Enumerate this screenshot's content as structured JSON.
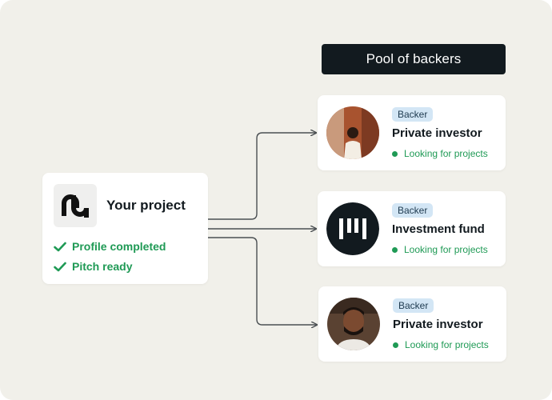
{
  "pool": {
    "title": "Pool of backers"
  },
  "project": {
    "title": "Your project",
    "checks": [
      "Profile completed",
      "Pitch ready"
    ]
  },
  "backers": [
    {
      "badge": "Backer",
      "title": "Private investor",
      "status": "Looking for projects",
      "avatar": "person-photo-1"
    },
    {
      "badge": "Backer",
      "title": "Investment fund",
      "status": "Looking for projects",
      "avatar": "fund-logo"
    },
    {
      "badge": "Backer",
      "title": "Private investor",
      "status": "Looking for projects",
      "avatar": "person-photo-2"
    }
  ],
  "colors": {
    "background": "#f1f0ea",
    "header": "#121a1f",
    "success": "#1f9a55",
    "badge_bg": "#d3e6f5",
    "connector": "#4a4f52"
  }
}
